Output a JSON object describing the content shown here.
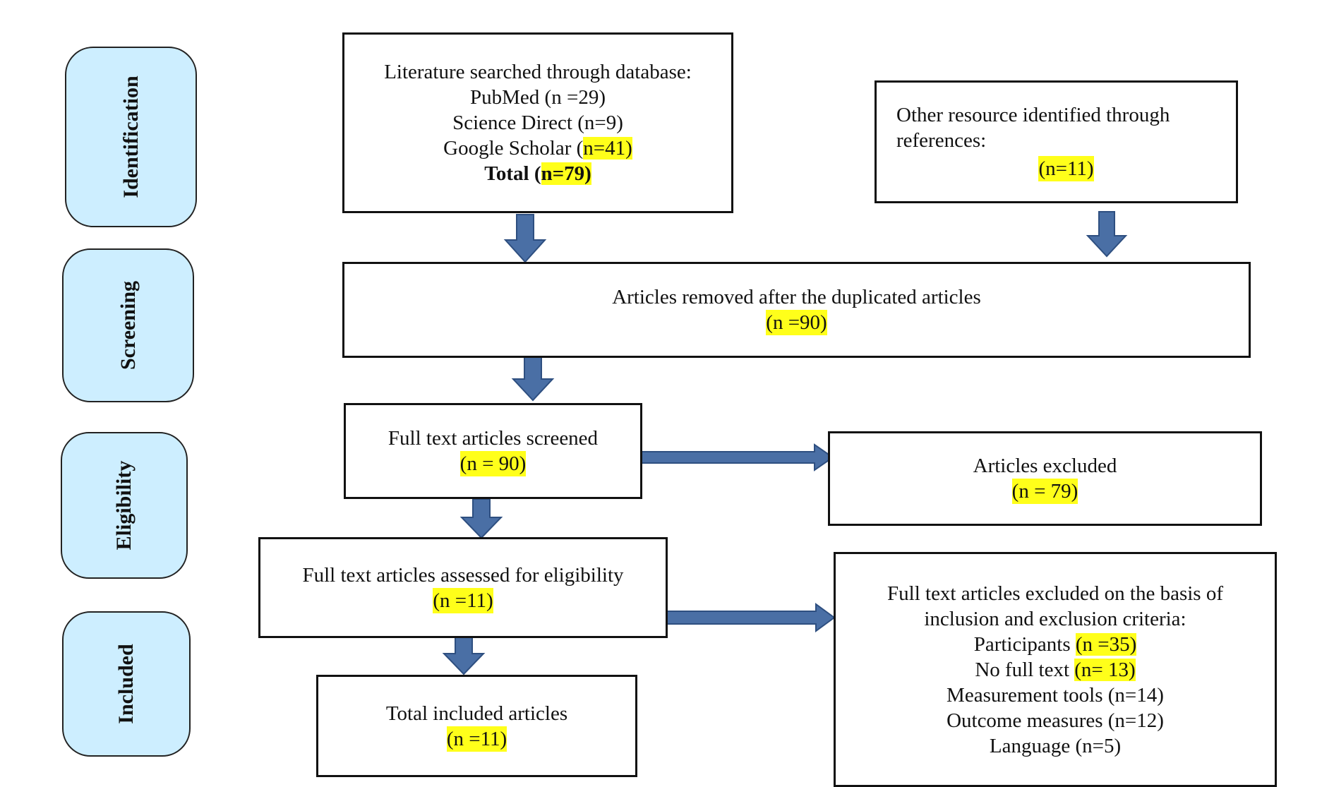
{
  "phases": {
    "identification": "Identification",
    "screening": "Screening",
    "eligibility": "Eligibility",
    "included": "Included"
  },
  "colors": {
    "phase_fill": "#cdeeff",
    "arrow_fill": "#4a6fa5",
    "arrow_stroke": "#2e4f80",
    "highlight": "#ffff1a"
  },
  "database_search": {
    "heading": "Literature searched through database:",
    "pubmed": "PubMed (n =29)",
    "science_direct": "Science Direct (n=9)",
    "google_scholar_label": "Google Scholar (",
    "google_scholar_count": "n=41)",
    "total_label": "Total (",
    "total_count": "n=79)"
  },
  "other_resources": {
    "line1": "Other resource identified through",
    "line2": "references:",
    "count": "(n=11)"
  },
  "duplicates_removed": {
    "label": "Articles removed after the duplicated articles",
    "count": "(n =90)"
  },
  "screened": {
    "label": "Full text articles screened",
    "count": "(n = 90)"
  },
  "excluded": {
    "label": "Articles excluded",
    "count": "(n = 79)"
  },
  "assessed": {
    "label": "Full text articles assessed for eligibility",
    "count": "(n =11)"
  },
  "excluded_criteria": {
    "line1": "Full text articles excluded on the basis of",
    "line2": "inclusion and exclusion criteria:",
    "participants_label": "Participants ",
    "participants_count": "(n =35)",
    "no_full_text_label": "No full text ",
    "no_full_text_count": "(n= 13)",
    "measurement_tools": "Measurement tools (n=14)",
    "outcome_measures": "Outcome measures (n=12)",
    "language": "Language (n=5)"
  },
  "included": {
    "label": "Total included articles",
    "count": "(n =11)"
  }
}
